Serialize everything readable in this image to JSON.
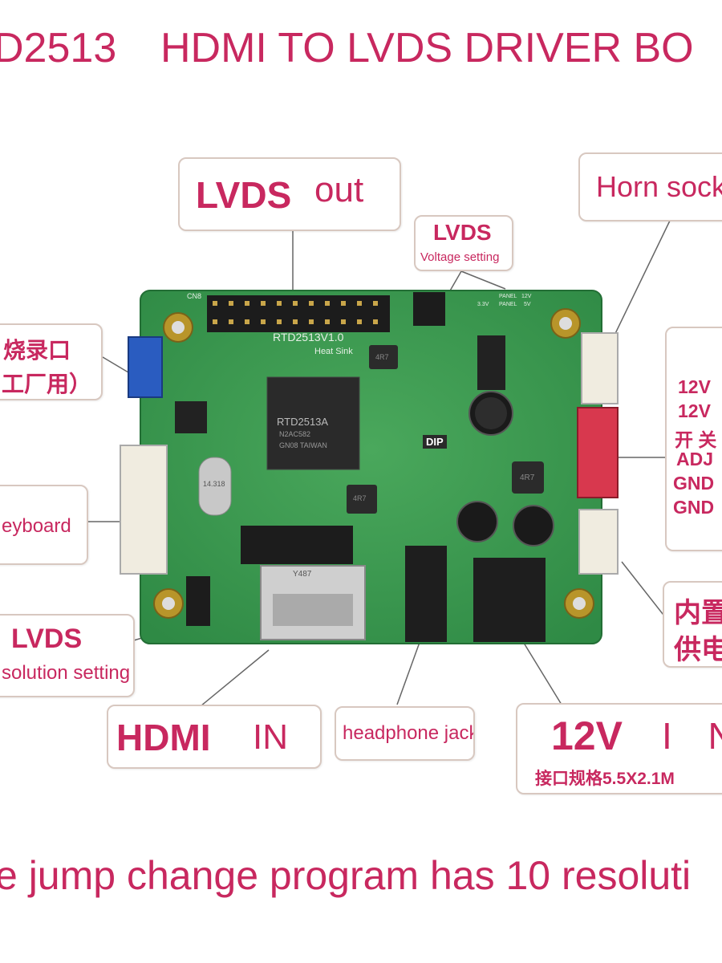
{
  "header": {
    "title_left": "D2513",
    "title_right": "HDMI TO LVDS DRIVER BO"
  },
  "callouts": {
    "lvds_out": {
      "bold": "LVDS",
      "rest": "out"
    },
    "lvds_voltage": {
      "title": "LVDS",
      "sub": "Voltage setting"
    },
    "horn_socket": {
      "text": "Horn sock"
    },
    "burn_port": {
      "line1": "烧录口",
      "line2": "工厂用）"
    },
    "keyboard": {
      "text": "eyboard"
    },
    "power_switch": {
      "lines": [
        "12V",
        "12V",
        "开 关",
        "ADJ",
        "GND",
        "GND"
      ]
    },
    "lvds_resolution": {
      "title": "LVDS",
      "sub": "solution setting"
    },
    "builtin_power": {
      "line1": "内置",
      "line2": "供电"
    },
    "hdmi_in": {
      "bold": "HDMI",
      "rest": "IN"
    },
    "headphone": {
      "text": "headphone jack"
    },
    "dc_in": {
      "main": "12V",
      "rest": "I N",
      "sub": "接口规格5.5X2.1M"
    }
  },
  "board": {
    "silk_model": "RTD2513V1.0",
    "chip_label": "RTD2513A",
    "chip_sub1": "N2AC582",
    "chip_sub2": "GN08 TAIWAN",
    "heat_sink": "Heat Sink",
    "dip_label": "DIP",
    "crystal_label": "14.318",
    "hdmi_label": "Y487",
    "panel_labels": [
      "PANEL",
      "12V",
      "3.3V",
      "PANEL",
      "5V"
    ],
    "inductor_1": "4R7",
    "inductor_2": "4R7",
    "inductor_3": "4R7",
    "cn_label": "CN8"
  },
  "footer": {
    "text": "e jump change program has 10 resoluti"
  },
  "colors": {
    "accent": "#c8285f",
    "pcb": "#3e9a52",
    "box_border": "#d8c8c0"
  }
}
